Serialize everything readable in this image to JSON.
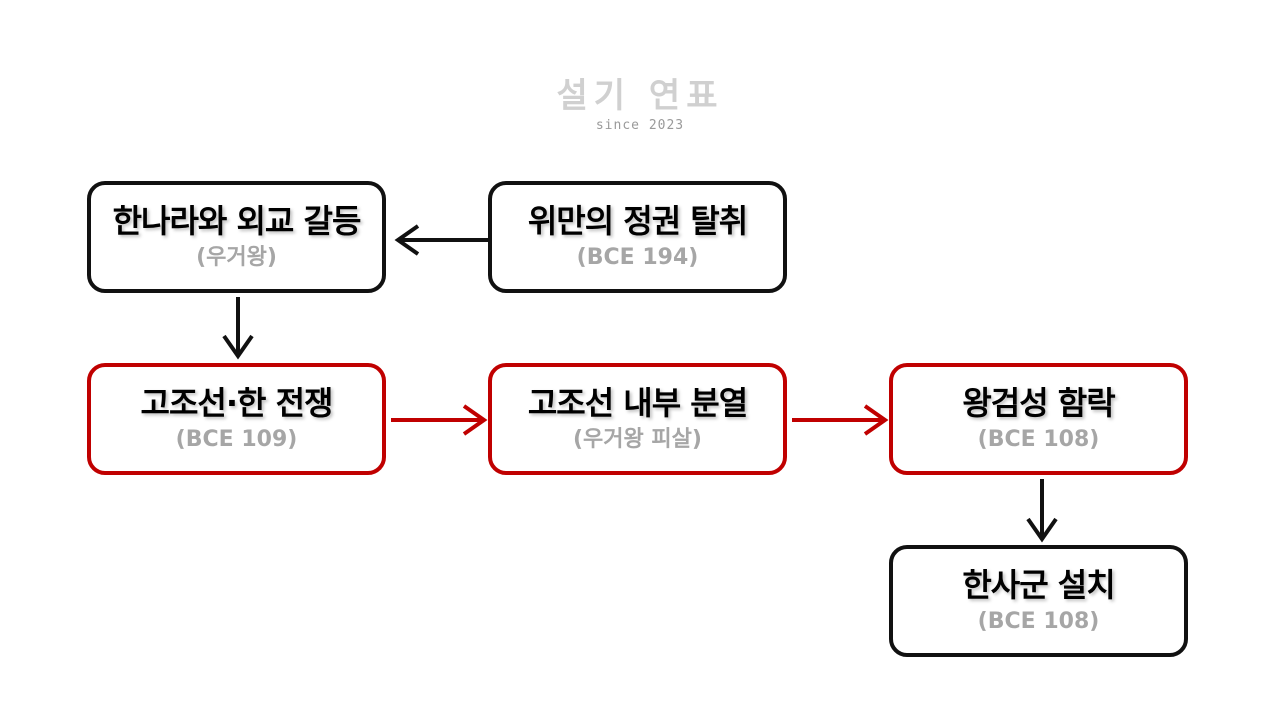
{
  "logo": {
    "title": "설기 연표",
    "subtitle": "since 2023"
  },
  "nodes": {
    "han_conflict": {
      "title": "한나라와 외교 갈등",
      "sub": "(우거왕)"
    },
    "wiman": {
      "title": "위만의 정권 탈취",
      "sub": "(BCE 194)"
    },
    "war": {
      "title": "고조선·한 전쟁",
      "sub": "(BCE 109)"
    },
    "split": {
      "title": "고조선 내부 분열",
      "sub": "(우거왕 피살)"
    },
    "fall": {
      "title": "왕검성 함락",
      "sub": "(BCE 108)"
    },
    "commanderies": {
      "title": "한사군 설치",
      "sub": "(BCE 108)"
    }
  },
  "colors": {
    "black": "#111111",
    "red": "#c00000",
    "sub_text": "#a6a6a6"
  }
}
